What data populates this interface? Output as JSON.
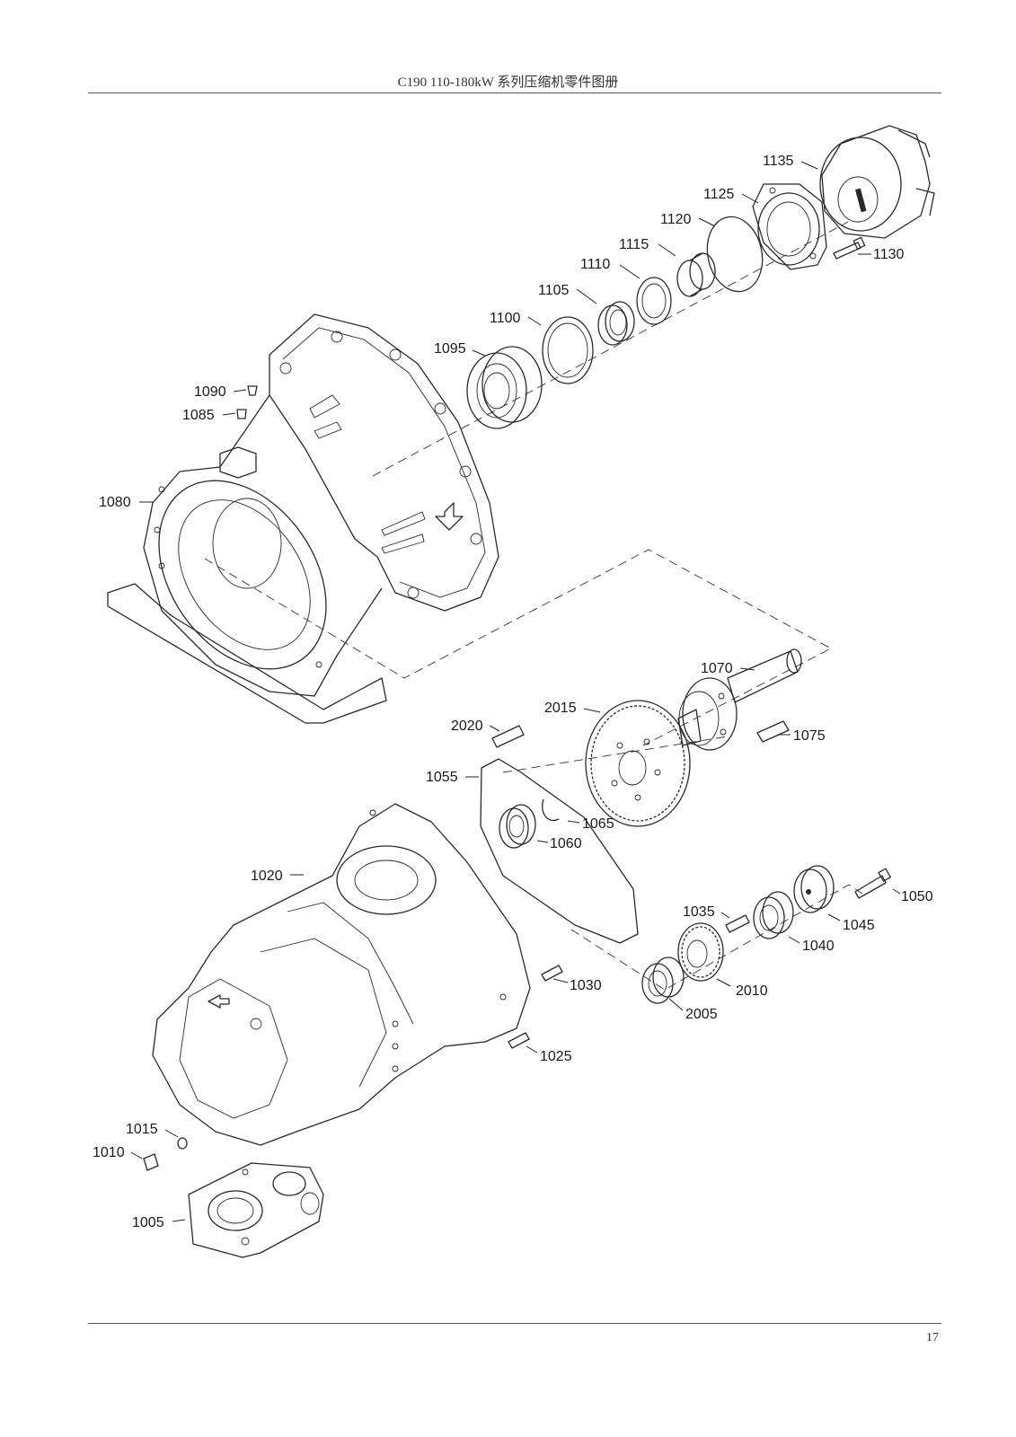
{
  "header": {
    "title": "C190 110-180kW  系列压缩机零件图册"
  },
  "footer": {
    "page_number": "17"
  },
  "parts": {
    "p1135": "1135",
    "p1125": "1125",
    "p1120": "1120",
    "p1115": "1115",
    "p1130": "1130",
    "p1110": "1110",
    "p1105": "1105",
    "p1100": "1100",
    "p1095": "1095",
    "p1090": "1090",
    "p1085": "1085",
    "p1080": "1080",
    "p1070": "1070",
    "p2015": "2015",
    "p2020": "2020",
    "p1075": "1075",
    "p1055": "1055",
    "p1065": "1065",
    "p1060": "1060",
    "p1020": "1020",
    "p1050": "1050",
    "p1035": "1035",
    "p1045": "1045",
    "p1040": "1040",
    "p1030": "1030",
    "p2010": "2010",
    "p2005": "2005",
    "p1025": "1025",
    "p1015": "1015",
    "p1010": "1010",
    "p1005": "1005"
  }
}
